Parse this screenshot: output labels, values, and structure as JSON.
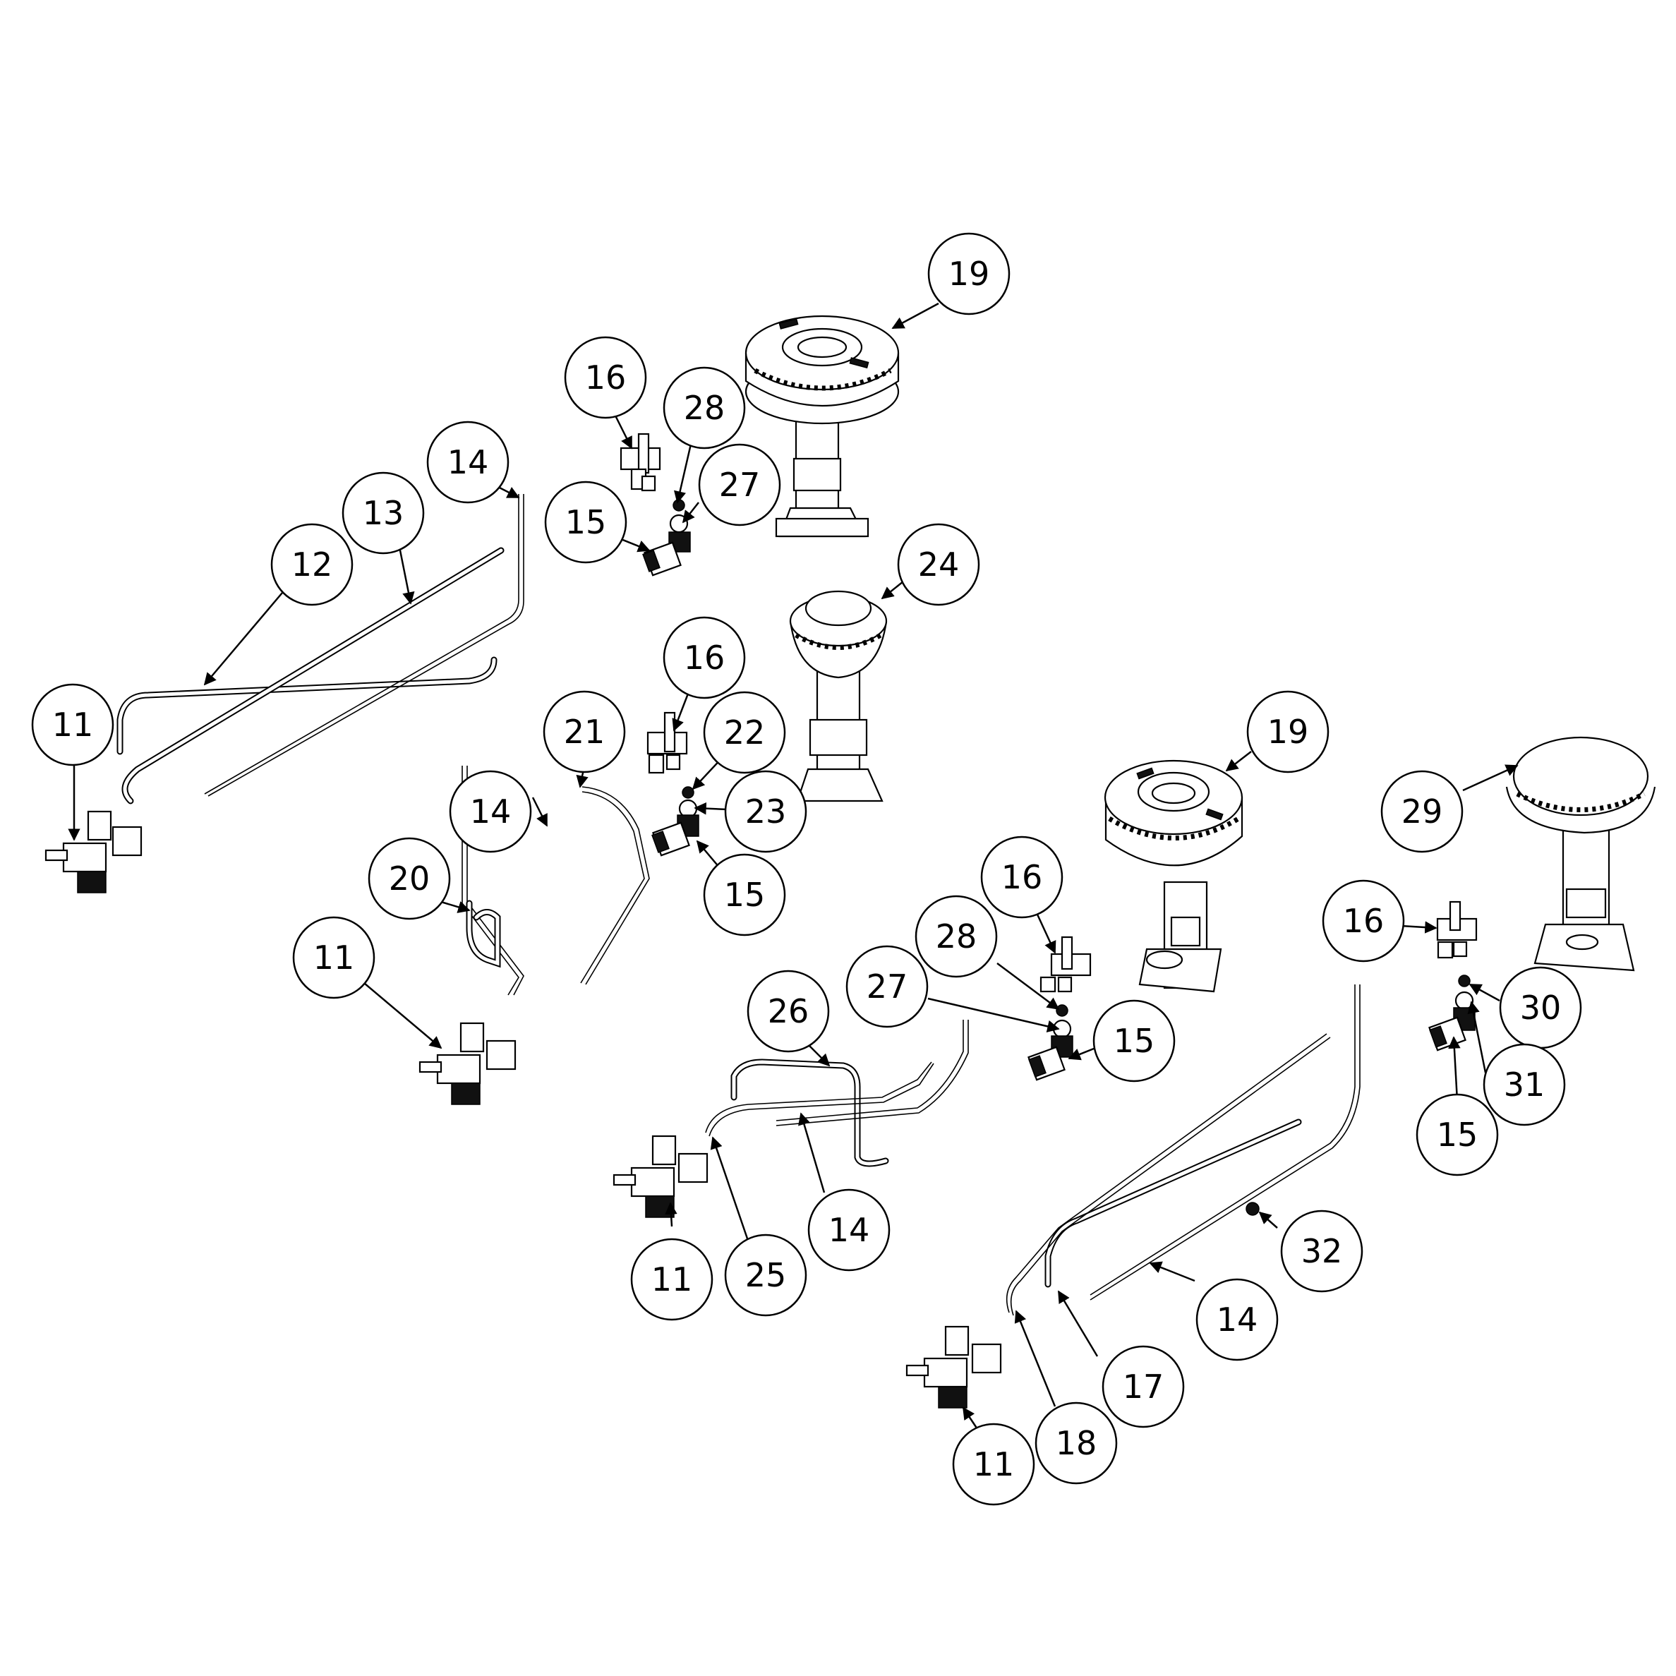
{
  "diagram": {
    "callouts": [
      {
        "label": "19"
      },
      {
        "label": "16"
      },
      {
        "label": "28"
      },
      {
        "label": "14"
      },
      {
        "label": "13"
      },
      {
        "label": "27"
      },
      {
        "label": "15"
      },
      {
        "label": "12"
      },
      {
        "label": "24"
      },
      {
        "label": "16"
      },
      {
        "label": "21"
      },
      {
        "label": "22"
      },
      {
        "label": "11"
      },
      {
        "label": "19"
      },
      {
        "label": "29"
      },
      {
        "label": "14"
      },
      {
        "label": "23"
      },
      {
        "label": "20"
      },
      {
        "label": "15"
      },
      {
        "label": "16"
      },
      {
        "label": "28"
      },
      {
        "label": "16"
      },
      {
        "label": "11"
      },
      {
        "label": "27"
      },
      {
        "label": "26"
      },
      {
        "label": "15"
      },
      {
        "label": "30"
      },
      {
        "label": "31"
      },
      {
        "label": "15"
      },
      {
        "label": "14"
      },
      {
        "label": "32"
      },
      {
        "label": "11"
      },
      {
        "label": "25"
      },
      {
        "label": "14"
      },
      {
        "label": "17"
      },
      {
        "label": "18"
      },
      {
        "label": "11"
      }
    ]
  }
}
